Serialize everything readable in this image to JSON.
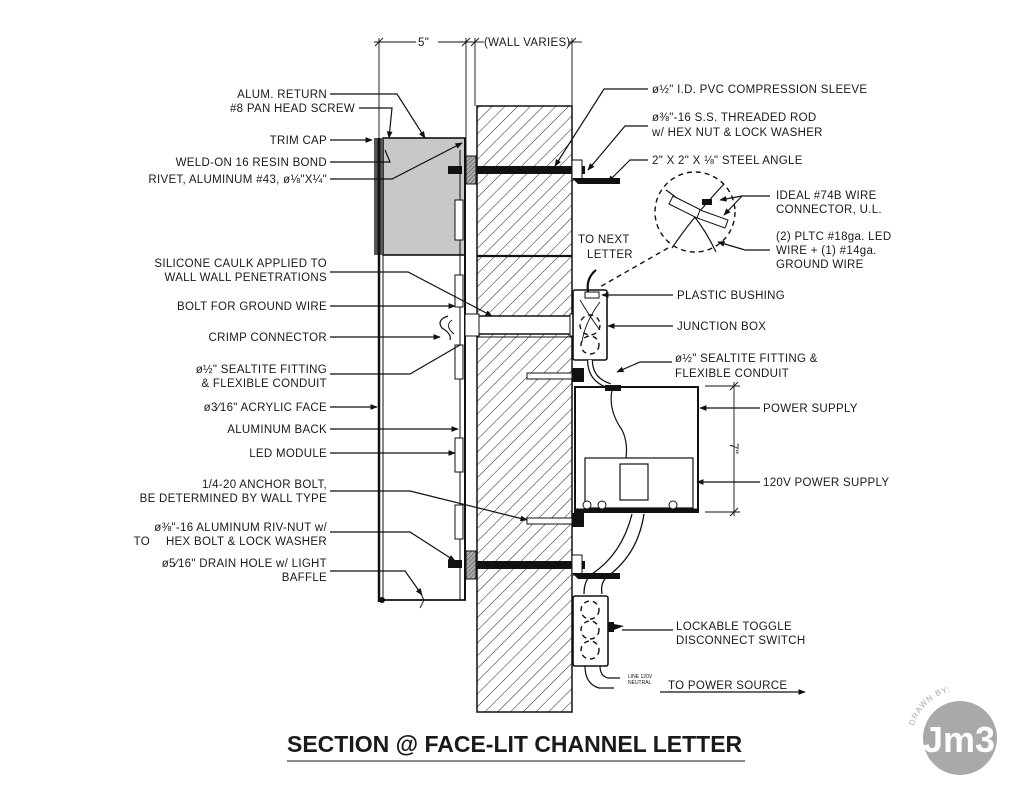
{
  "title": "SECTION @ FACE-LIT CHANNEL LETTER",
  "dimensions": {
    "letter_depth": "5\"",
    "wall": "(WALL VARIES)",
    "power_supply_height": "7\""
  },
  "left_labels": [
    {
      "id": "alum-return",
      "lines": [
        "ALUM. RETURN"
      ]
    },
    {
      "id": "pan-head-screw",
      "lines": [
        "#8 PAN HEAD SCREW"
      ]
    },
    {
      "id": "trim-cap",
      "lines": [
        "TRIM CAP"
      ]
    },
    {
      "id": "weld-on",
      "lines": [
        "WELD-ON 16 RESIN BOND"
      ]
    },
    {
      "id": "rivet",
      "lines": [
        "RIVET, ALUMINUM #43, ø⅛\"X¼\""
      ]
    },
    {
      "id": "silicone-caulk",
      "lines": [
        "SILICONE CAULK APPLIED TO",
        "WALL WALL PENETRATIONS"
      ]
    },
    {
      "id": "ground-bolt",
      "lines": [
        "BOLT FOR GROUND WIRE"
      ]
    },
    {
      "id": "crimp-connector",
      "lines": [
        "CRIMP CONNECTOR"
      ]
    },
    {
      "id": "sealtite-left",
      "lines": [
        "ø½\" SEALTITE FITTING",
        "& FLEXIBLE CONDUIT"
      ]
    },
    {
      "id": "acrylic-face",
      "lines": [
        "ø3⁄16\" ACRYLIC FACE"
      ]
    },
    {
      "id": "aluminum-back",
      "lines": [
        "ALUMINUM BACK"
      ]
    },
    {
      "id": "led-module",
      "lines": [
        "LED MODULE"
      ]
    },
    {
      "id": "anchor-bolt",
      "lines": [
        "1/4-20 ANCHOR BOLT,",
        "BE DETERMINED BY WALL TYPE"
      ]
    },
    {
      "id": "riv-nut",
      "lines": [
        "ø⅜\"-16 ALUMINUM RIV-NUT w/",
        "HEX BOLT & LOCK WASHER"
      ],
      "prefix": "TO"
    },
    {
      "id": "drain-hole",
      "lines": [
        "ø5⁄16\" DRAIN HOLE w/ LIGHT",
        "BAFFLE"
      ]
    }
  ],
  "right_labels": [
    {
      "id": "pvc-sleeve",
      "lines": [
        "ø½\" I.D. PVC COMPRESSION SLEEVE"
      ]
    },
    {
      "id": "threaded-rod",
      "lines": [
        "ø⅜\"-16 S.S. THREADED ROD",
        "w/ HEX NUT & LOCK WASHER"
      ]
    },
    {
      "id": "steel-angle",
      "lines": [
        "2\" X 2\" X ⅛\" STEEL ANGLE"
      ]
    },
    {
      "id": "wire-connector",
      "lines": [
        "IDEAL #74B WIRE",
        "CONNECTOR, U.L."
      ]
    },
    {
      "id": "pltc-wire",
      "lines": [
        "(2) PLTC #18ga. LED",
        "WIRE + (1) #14ga.",
        "GROUND WIRE"
      ]
    },
    {
      "id": "to-next-letter",
      "lines": [
        "TO NEXT",
        "LETTER"
      ]
    },
    {
      "id": "plastic-bushing",
      "lines": [
        "PLASTIC BUSHING"
      ]
    },
    {
      "id": "junction-box",
      "lines": [
        "JUNCTION BOX"
      ]
    },
    {
      "id": "sealtite-right",
      "lines": [
        "ø½\" SEALTITE FITTING &",
        "FLEXIBLE CONDUIT"
      ]
    },
    {
      "id": "power-supply",
      "lines": [
        "POWER SUPPLY"
      ]
    },
    {
      "id": "power-supply-120v",
      "lines": [
        "120V POWER SUPPLY"
      ]
    },
    {
      "id": "toggle-switch",
      "lines": [
        "LOCKABLE TOGGLE",
        "DISCONNECT SWITCH"
      ]
    },
    {
      "id": "to-power-source",
      "lines": [
        "TO POWER SOURCE"
      ]
    }
  ],
  "wire_tags": {
    "line": "LINE 120V",
    "neutral": "NEUTRAL"
  },
  "logo": {
    "drawn_by": "DRAWN BY:",
    "mark": "Jm3"
  },
  "colors": {
    "ink": "#111111",
    "letter_fill": "#c8c8c8",
    "trim": "#555555",
    "logo": "#a9a9a9"
  }
}
